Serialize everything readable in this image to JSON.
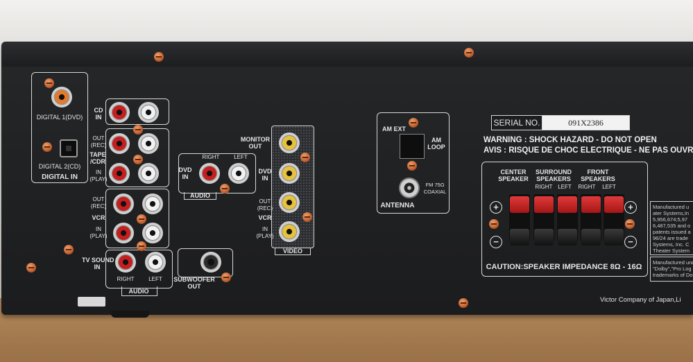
{
  "digital_in": {
    "title": "DIGITAL IN",
    "jack1_label": "DIGITAL 1(DVD)",
    "jack2_label": "DIGITAL 2(CD)"
  },
  "audio_inputs": {
    "cd_label": "CD\nIN",
    "tape_label": "TAPE\n/CDR",
    "tape_out": "OUT\n(REC)",
    "tape_in": "IN\n(PLAY)",
    "vcr_label": "VCR",
    "vcr_out": "OUT\n(REC)",
    "vcr_in": "IN\n(PLAY)",
    "tv_label": "TV SOUND\nIN",
    "right": "RIGHT",
    "left": "LEFT",
    "audio_title": "AUDIO"
  },
  "dvd_audio": {
    "right": "RIGHT",
    "left": "LEFT",
    "dvd_in": "DVD\nIN",
    "title": "AUDIO"
  },
  "subwoofer": {
    "label": "SUBWOOFER\nOUT"
  },
  "video": {
    "monitor_out": "MONITOR\nOUT",
    "dvd_in": "DVD\nIN",
    "vcr_label": "VCR",
    "vcr_out": "OUT\n(REC)",
    "vcr_in": "IN\n(PLAY)",
    "title": "VIDEO"
  },
  "antenna": {
    "am_ext": "AM EXT",
    "am_loop": "AM\nLOOP",
    "fm": "FM 75Ω\nCOAXIAL",
    "title": "ANTENNA"
  },
  "serial": {
    "label": "SERIAL NO.",
    "value": "091X2386"
  },
  "warnings": {
    "en": "WARNING : SHOCK HAZARD - DO NOT OPEN",
    "fr": "AVIS : RISQUE DE CHOC ELECTRIQUE - NE PAS OUVRIR"
  },
  "speakers": {
    "center": "CENTER\nSPEAKER",
    "surround": "SURROUND\nSPEAKERS",
    "front": "FRONT\nSPEAKERS",
    "right": "RIGHT",
    "left": "LEFT",
    "right2": "RIGHT",
    "left2": "LEFT",
    "caution": "CAUTION:SPEAKER IMPEDANCE 8Ω - 16Ω",
    "plus": "+",
    "minus": "−"
  },
  "stickers": {
    "top": "Manufactured u\nater Systems,In\n5,956,674;5,97\n6,487,535 and o\npatents issued a\n96/24 are trade\nSystems, Inc. C\nTheater System",
    "bottom": "Manufactured und\n\"Dolby\",\"Pro Log\ntrademarks of Dolb"
  },
  "maker": "Victor Company of Japan,Li",
  "colors": {
    "panel": "#1e1f21",
    "screw": "#c0602e",
    "red_jack": "#c61e1e",
    "yellow_jack": "#e8c23a"
  }
}
